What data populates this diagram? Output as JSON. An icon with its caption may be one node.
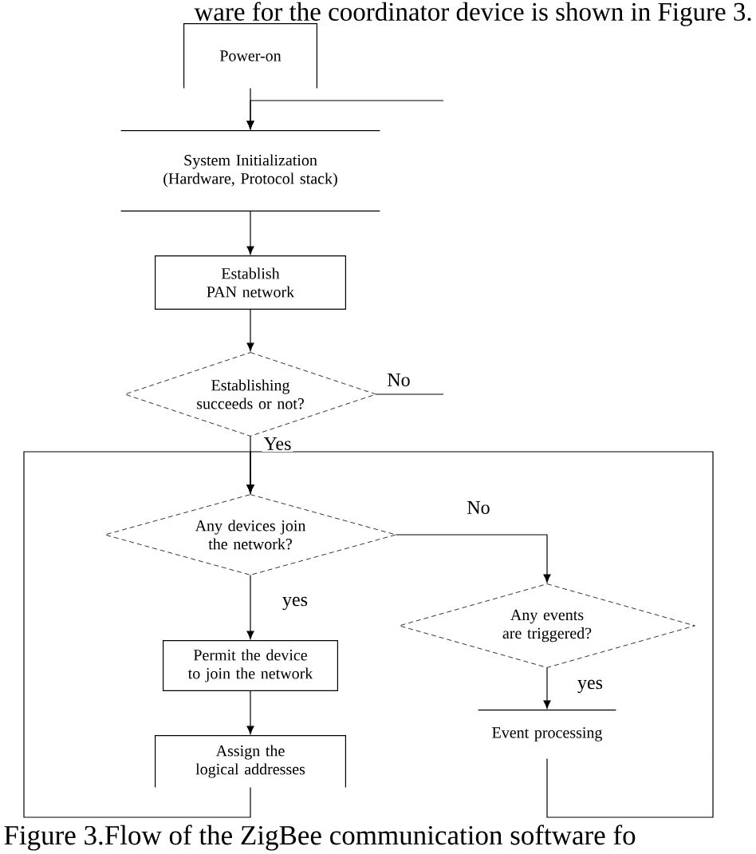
{
  "diagram": {
    "caption": "Figure 3.Flow of the ZigBee communication software fo",
    "nodes": [
      {
        "text": [
          "Power-on"
        ]
      },
      {
        "text": [
          "System Initialization (Hardware, Protocol stack)"
        ]
      },
      {
        "text": [
          "Establish PAN network"
        ]
      },
      {
        "text": [
          "Establishing succeeds or not?"
        ]
      },
      {
        "text": [
          "Any devices join the network?"
        ]
      },
      {
        "text": [
          "Any events are triggered?"
        ]
      },
      {
        "text": [
          "Permit the device to join the network"
        ]
      },
      {
        "text": [
          "Assign the logical addresses"
        ]
      },
      {
        "text": [
          "Event processing"
        ]
      }
    ],
    "edges": [
      {
        "from": 0,
        "to": 1,
        "arrow": "to"
      },
      {
        "from": null,
        "to": 1,
        "arrow": "to"
      },
      {
        "from": 1,
        "to": 2,
        "arrow": "to"
      },
      {
        "from": 2,
        "to": 3,
        "arrow": "to"
      },
      {
        "from": 3,
        "to": null,
        "arrow": "none",
        "label": "No"
      },
      {
        "from": 3,
        "to": 4,
        "arrow": "to",
        "label": "Yes"
      },
      {
        "from": 4,
        "to": 6,
        "arrow": "to",
        "label": "yes"
      },
      {
        "from": 4,
        "to": 5,
        "arrow": "to",
        "label": "No"
      },
      {
        "from": 5,
        "to": 8,
        "arrow": "to",
        "label": "yes"
      },
      {
        "from": 6,
        "to": 7,
        "arrow": "to"
      },
      {
        "from": 7,
        "to": 4,
        "arrow": "to"
      },
      {
        "from": 8,
        "to": 4,
        "arrow": "to"
      }
    ],
    "labels": [
      "ware for the coordinator device is shown in Figure 3."
    ]
  }
}
